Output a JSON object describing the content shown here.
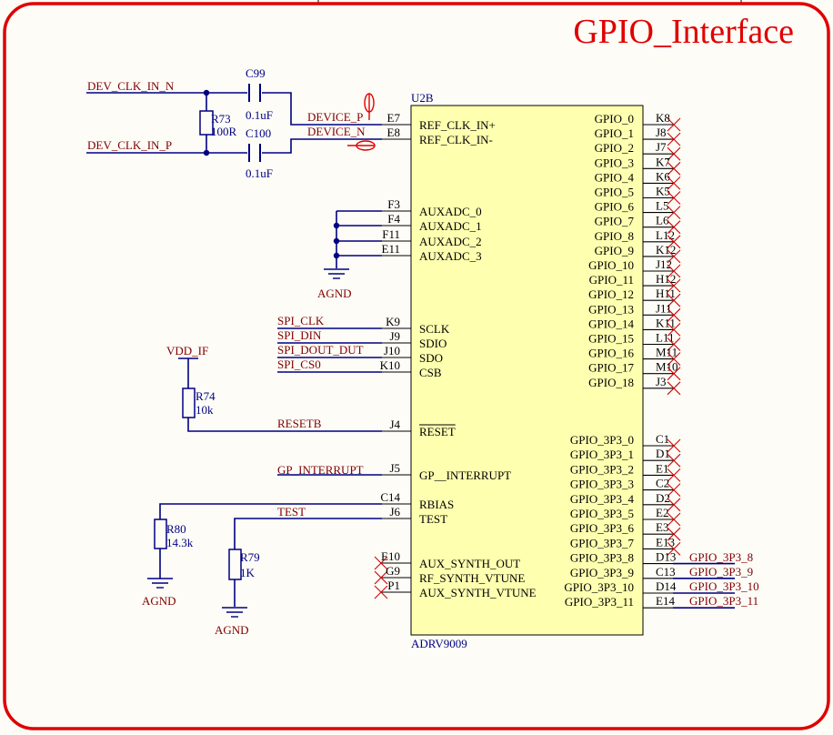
{
  "sheet": {
    "title": "GPIO_Interface",
    "colors": {
      "border": "#e00000",
      "background": "#fdfcf7",
      "chip_fill": "#ffffb0",
      "wire": "#000080",
      "net_label": "#800000",
      "pin_text": "#000000",
      "no_connect": "#d00000"
    }
  },
  "chip": {
    "designator": "U2B",
    "part": "ADRV9009",
    "left_pins": [
      {
        "num": "E7",
        "name": "REF_CLK_IN+",
        "overline": false
      },
      {
        "num": "E8",
        "name": "REF_CLK_IN-",
        "overline": false
      },
      {
        "num": "F3",
        "name": "AUXADC_0",
        "overline": false
      },
      {
        "num": "F4",
        "name": "AUXADC_1",
        "overline": false
      },
      {
        "num": "F11",
        "name": "AUXADC_2",
        "overline": false
      },
      {
        "num": "E11",
        "name": "AUXADC_3",
        "overline": false
      },
      {
        "num": "K9",
        "name": "SCLK",
        "overline": false
      },
      {
        "num": "J9",
        "name": "SDIO",
        "overline": false
      },
      {
        "num": "J10",
        "name": "SDO",
        "overline": false
      },
      {
        "num": "K10",
        "name": "CSB",
        "overline": false
      },
      {
        "num": "J4",
        "name": "RESET",
        "overline": true
      },
      {
        "num": "J5",
        "name": "GP__INTERRUPT",
        "overline": false
      },
      {
        "num": "C14",
        "name": "RBIAS",
        "overline": false
      },
      {
        "num": "J6",
        "name": "TEST",
        "overline": false
      },
      {
        "num": "E10",
        "name": "AUX_SYNTH_OUT",
        "overline": false
      },
      {
        "num": "G9",
        "name": "RF_SYNTH_VTUNE",
        "overline": false
      },
      {
        "num": "P1",
        "name": "AUX_SYNTH_VTUNE",
        "overline": false
      }
    ],
    "right_pins": [
      {
        "num": "K8",
        "name": "GPIO_0"
      },
      {
        "num": "J8",
        "name": "GPIO_1"
      },
      {
        "num": "J7",
        "name": "GPIO_2"
      },
      {
        "num": "K7",
        "name": "GPIO_3"
      },
      {
        "num": "K6",
        "name": "GPIO_4"
      },
      {
        "num": "K5",
        "name": "GPIO_5"
      },
      {
        "num": "L5",
        "name": "GPIO_6"
      },
      {
        "num": "L6",
        "name": "GPIO_7"
      },
      {
        "num": "L12",
        "name": "GPIO_8"
      },
      {
        "num": "K12",
        "name": "GPIO_9"
      },
      {
        "num": "J12",
        "name": "GPIO_10"
      },
      {
        "num": "H12",
        "name": "GPIO_11"
      },
      {
        "num": "H11",
        "name": "GPIO_12"
      },
      {
        "num": "J11",
        "name": "GPIO_13"
      },
      {
        "num": "K11",
        "name": "GPIO_14"
      },
      {
        "num": "L11",
        "name": "GPIO_15"
      },
      {
        "num": "M11",
        "name": "GPIO_16"
      },
      {
        "num": "M10",
        "name": "GPIO_17"
      },
      {
        "num": "J3",
        "name": "GPIO_18"
      },
      {
        "num": "C1",
        "name": "GPIO_3P3_0"
      },
      {
        "num": "D1",
        "name": "GPIO_3P3_1"
      },
      {
        "num": "E1",
        "name": "GPIO_3P3_2"
      },
      {
        "num": "C2",
        "name": "GPIO_3P3_3"
      },
      {
        "num": "D2",
        "name": "GPIO_3P3_4"
      },
      {
        "num": "E2",
        "name": "GPIO_3P3_5"
      },
      {
        "num": "E3",
        "name": "GPIO_3P3_6"
      },
      {
        "num": "E13",
        "name": "GPIO_3P3_7"
      },
      {
        "num": "D13",
        "name": "GPIO_3P3_8"
      },
      {
        "num": "C13",
        "name": "GPIO_3P3_9"
      },
      {
        "num": "D14",
        "name": "GPIO_3P3_10"
      },
      {
        "num": "E14",
        "name": "GPIO_3P3_11"
      }
    ]
  },
  "nets": {
    "dev_clk_in_n": "DEV_CLK_IN_N",
    "dev_clk_in_p": "DEV_CLK_IN_P",
    "device_p": "DEVICE_P",
    "device_n": "DEVICE_N",
    "spi_clk": "SPI_CLK",
    "spi_din": "SPI_DIN",
    "spi_dout": "SPI_DOUT_DUT",
    "spi_cs0": "SPI_CS0",
    "vdd_if": "VDD_IF",
    "resetb": "RESETB",
    "gp_interrupt": "GP_INTERRUPT",
    "test": "TEST",
    "gpio_3p3_8": "GPIO_3P3_8",
    "gpio_3p3_9": "GPIO_3P3_9",
    "gpio_3p3_10": "GPIO_3P3_10",
    "gpio_3p3_11": "GPIO_3P3_11",
    "agnd": "AGND"
  },
  "components": {
    "c99": {
      "ref": "C99",
      "value": "0.1uF"
    },
    "c100": {
      "ref": "C100",
      "value": "0.1uF"
    },
    "r73": {
      "ref": "R73",
      "value": "100R"
    },
    "r74": {
      "ref": "R74",
      "value": "10k"
    },
    "r80": {
      "ref": "R80",
      "value": "14.3k"
    },
    "r79": {
      "ref": "R79",
      "value": "1K"
    }
  }
}
